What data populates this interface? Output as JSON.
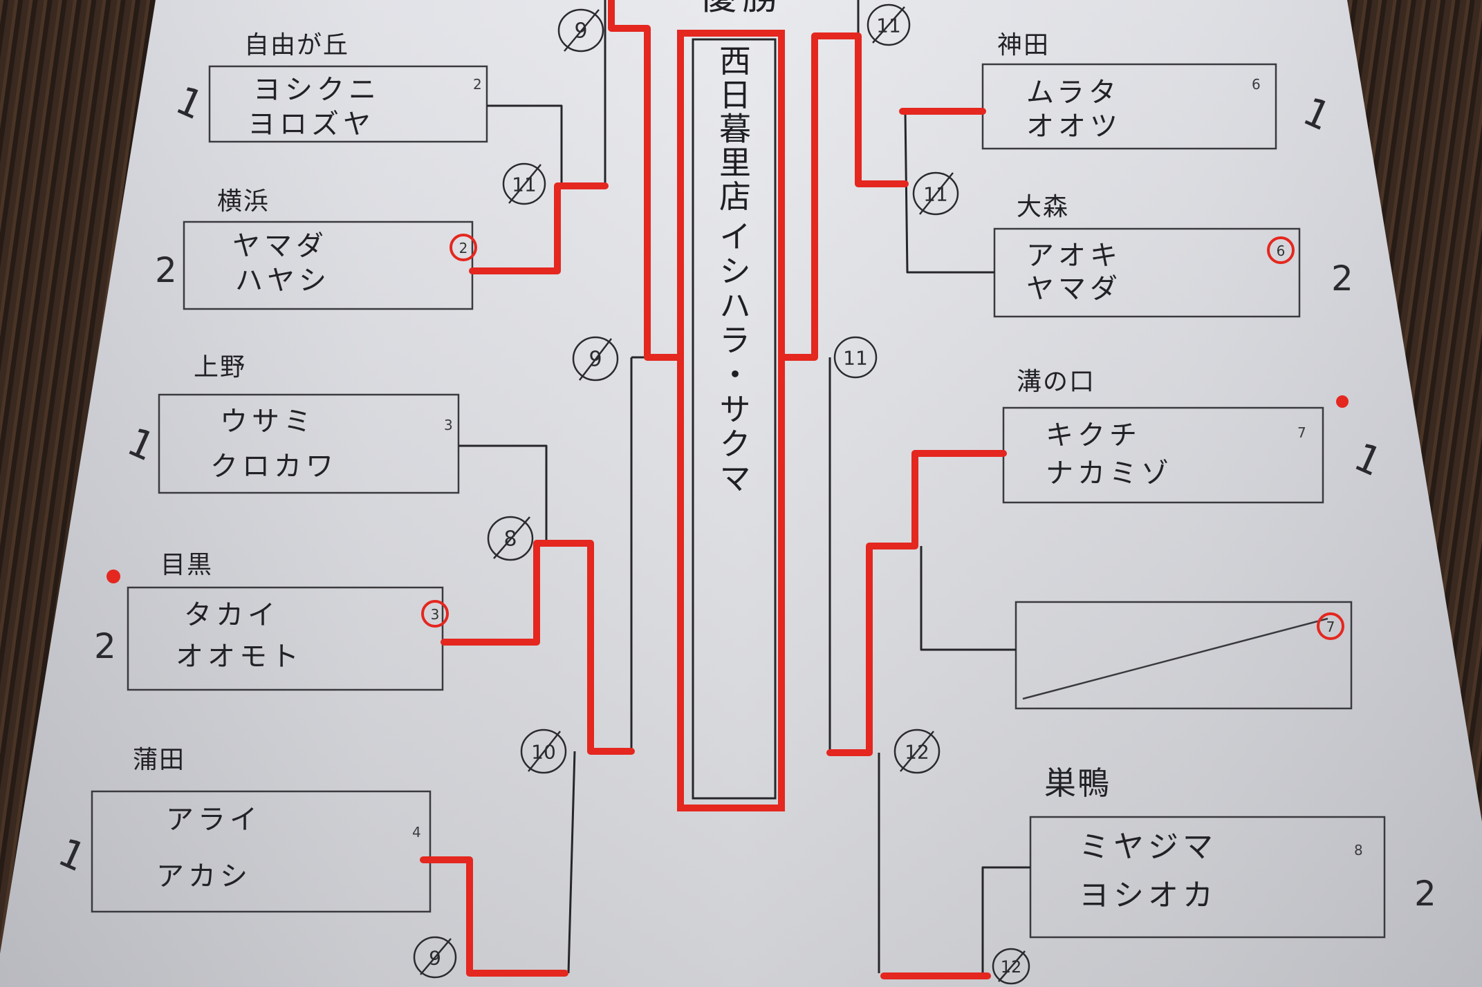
{
  "header": {
    "title": "優勝"
  },
  "champion": {
    "store": "西日暮里店",
    "players": "イシハラ・サクマ"
  },
  "left_bracket": [
    {
      "club": "自由が丘",
      "players": [
        "ヨシクニ",
        "ヨロズヤ"
      ],
      "court": "2",
      "score": "1"
    },
    {
      "club": "横浜",
      "players": [
        "ヤマダ",
        "ハヤシ"
      ],
      "court": "2",
      "score": "2"
    },
    {
      "club": "上野",
      "players": [
        "ウサミ",
        "クロカワ"
      ],
      "court": "3",
      "score": "1"
    },
    {
      "club": "目黒",
      "players": [
        "タカイ",
        "オオモト"
      ],
      "court": "3",
      "score": "2"
    },
    {
      "club": "蒲田",
      "players": [
        "アライ",
        "アカシ"
      ],
      "court": "4",
      "score": "1"
    }
  ],
  "right_bracket": [
    {
      "club": "神田",
      "players": [
        "ムラタ",
        "オオツ"
      ],
      "court": "6",
      "score": "1"
    },
    {
      "club": "大森",
      "players": [
        "アオキ",
        "ヤマダ"
      ],
      "court": "6",
      "score": "2"
    },
    {
      "club": "溝の口",
      "players": [
        "キクチ",
        "ナカミゾ"
      ],
      "court": "7",
      "score": "1"
    },
    {
      "court": "7"
    },
    {
      "club": "巣鴨",
      "players": [
        "ミヤジマ",
        "ヨシオカ"
      ],
      "court": "8",
      "score": "2"
    }
  ],
  "match_marks": [
    "9",
    "11",
    "9",
    "8",
    "10",
    "9",
    "11",
    "11",
    "11",
    "12",
    "12"
  ],
  "colors": {
    "winner_line": "#e4271f",
    "ink": "#222226",
    "paper": "#e3e4e8",
    "wood": "#34261e"
  }
}
